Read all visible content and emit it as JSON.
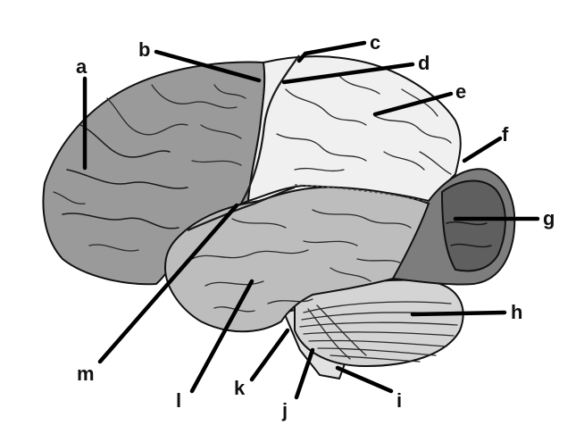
{
  "labels": {
    "a": "a",
    "b": "b",
    "c": "c",
    "d": "d",
    "e": "e",
    "f": "f",
    "g": "g",
    "h": "h",
    "i": "i",
    "j": "j",
    "k": "k",
    "l": "l",
    "m": "m"
  },
  "colors": {
    "frontal": "#9a9a9a",
    "parietal": "#f0f0f0",
    "temporal": "#bdbdbd",
    "occipital_outer": "#7d7d7d",
    "occipital_inner": "#5f5f5f",
    "cerebellum": "#d4d4d4",
    "brainstem": "#e2e2e2"
  }
}
